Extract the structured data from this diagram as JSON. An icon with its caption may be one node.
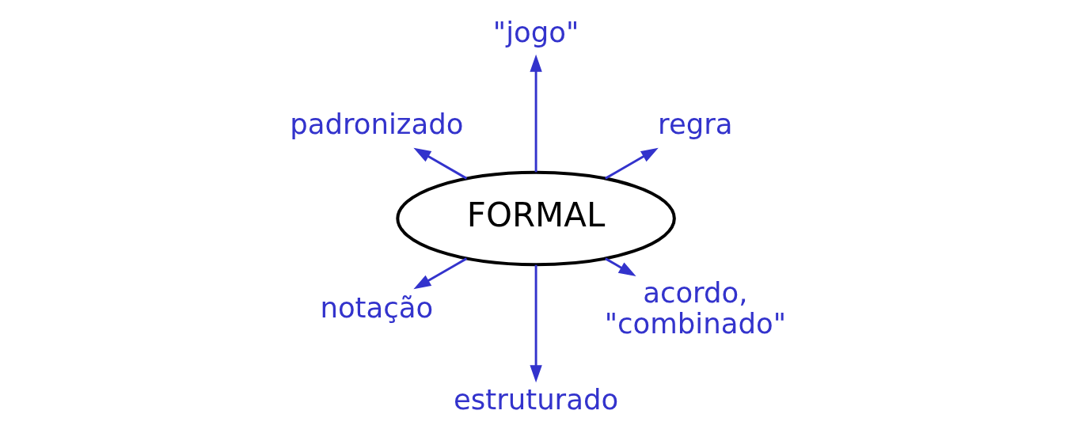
{
  "diagram": {
    "nodes": [
      {
        "text": [
          "FORMAL"
        ]
      },
      {
        "text": [
          "regra"
        ]
      },
      {
        "text": [
          "\"jogo\""
        ]
      },
      {
        "text": [
          "padronizado"
        ]
      },
      {
        "text": [
          "notação"
        ]
      },
      {
        "text": [
          "estruturado"
        ]
      },
      {
        "text": [
          "acordo, \"combinado\""
        ]
      }
    ],
    "edges": [
      {
        "from": 0,
        "to": 1,
        "arrow": "to"
      },
      {
        "from": 0,
        "to": 2,
        "arrow": "to"
      },
      {
        "from": 0,
        "to": 3,
        "arrow": "to"
      },
      {
        "from": 0,
        "to": 4,
        "arrow": "to"
      },
      {
        "from": 0,
        "to": 5,
        "arrow": "to"
      },
      {
        "from": 0,
        "to": 6,
        "arrow": "to"
      }
    ]
  }
}
